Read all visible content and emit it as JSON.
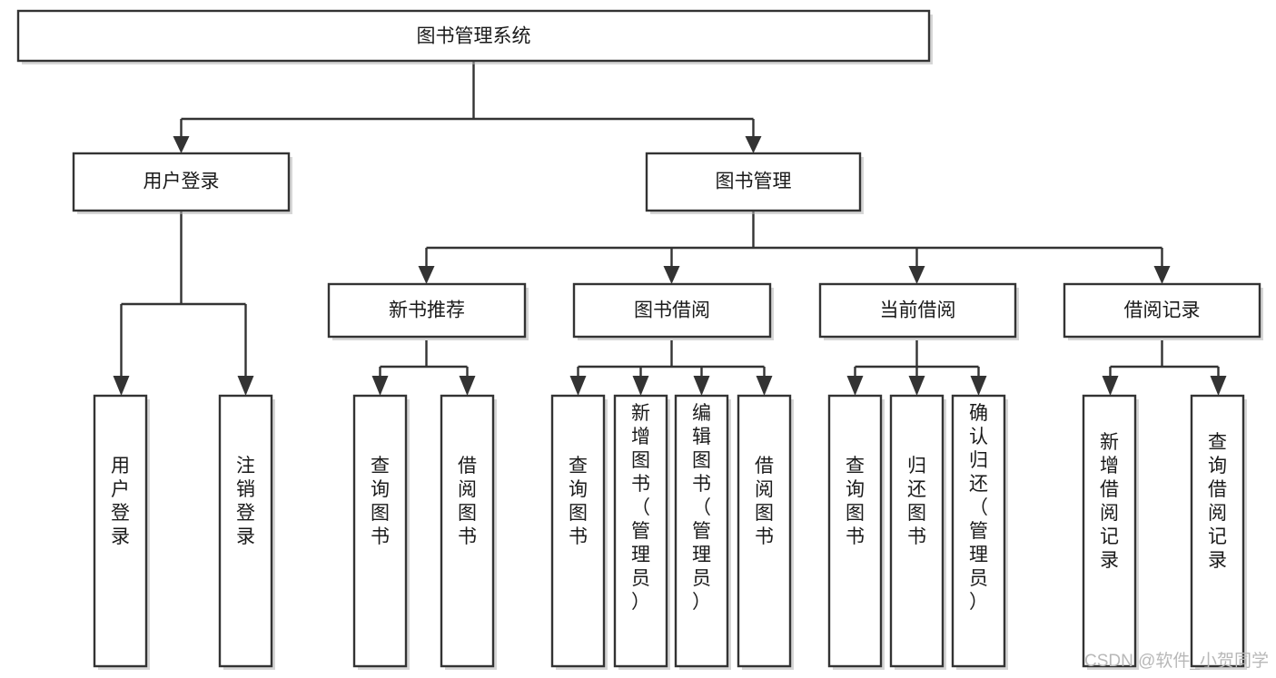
{
  "diagram": {
    "type": "tree-hierarchy-chart",
    "title": "图书管理系统",
    "root": {
      "id": "root",
      "label": "图书管理系统",
      "orientation": "horizontal"
    },
    "level2": [
      {
        "id": "user-login",
        "label": "用户登录",
        "orientation": "horizontal"
      },
      {
        "id": "book-manage",
        "label": "图书管理",
        "orientation": "horizontal"
      }
    ],
    "level3": [
      {
        "id": "new-book-rec",
        "label": "新书推荐",
        "parent": "book-manage",
        "orientation": "horizontal"
      },
      {
        "id": "book-borrow",
        "label": "图书借阅",
        "parent": "book-manage",
        "orientation": "horizontal"
      },
      {
        "id": "current-borrow",
        "label": "当前借阅",
        "parent": "book-manage",
        "orientation": "horizontal"
      },
      {
        "id": "borrow-record",
        "label": "借阅记录",
        "parent": "book-manage",
        "orientation": "horizontal"
      }
    ],
    "leaves": [
      {
        "id": "leaf-user-login",
        "label": "用户登录",
        "parent": "user-login",
        "orientation": "vertical"
      },
      {
        "id": "leaf-logout",
        "label": "注销登录",
        "parent": "user-login",
        "orientation": "vertical"
      },
      {
        "id": "leaf-query-book-rec",
        "label": "查询图书",
        "parent": "new-book-rec",
        "orientation": "vertical"
      },
      {
        "id": "leaf-borrow-book-rec",
        "label": "借阅图书",
        "parent": "new-book-rec",
        "orientation": "vertical"
      },
      {
        "id": "leaf-query-book-borrow",
        "label": "查询图书",
        "parent": "book-borrow",
        "orientation": "vertical"
      },
      {
        "id": "leaf-add-book",
        "label": "新增图书（管理员）",
        "parent": "book-borrow",
        "orientation": "vertical"
      },
      {
        "id": "leaf-edit-book",
        "label": "编辑图书（管理员）",
        "parent": "book-borrow",
        "orientation": "vertical"
      },
      {
        "id": "leaf-borrow-book",
        "label": "借阅图书",
        "parent": "book-borrow",
        "orientation": "vertical"
      },
      {
        "id": "leaf-query-book-cur",
        "label": "查询图书",
        "parent": "current-borrow",
        "orientation": "vertical"
      },
      {
        "id": "leaf-return-book",
        "label": "归还图书",
        "parent": "current-borrow",
        "orientation": "vertical"
      },
      {
        "id": "leaf-confirm-return",
        "label": "确认归还（管理员）",
        "parent": "current-borrow",
        "orientation": "vertical"
      },
      {
        "id": "leaf-add-record",
        "label": "新增借阅记录",
        "parent": "borrow-record",
        "orientation": "vertical"
      },
      {
        "id": "leaf-query-record",
        "label": "查询借阅记录",
        "parent": "borrow-record",
        "orientation": "vertical"
      }
    ],
    "colors": {
      "box_fill": "#ffffff",
      "box_stroke": "#333333",
      "text": "#1a1a1a",
      "connector": "#333333",
      "background": "#ffffff",
      "watermark": "#b8b8b8"
    }
  },
  "watermark": {
    "text": "CSDN @软件_小贺同学"
  }
}
